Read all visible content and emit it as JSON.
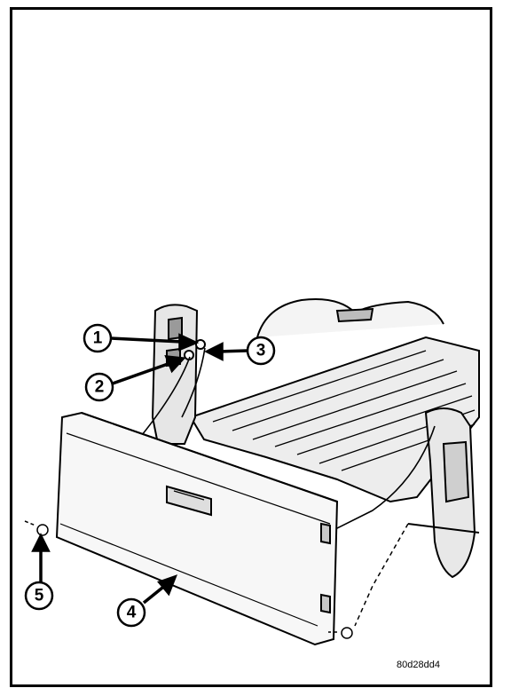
{
  "callouts": [
    {
      "id": "1",
      "label": "1"
    },
    {
      "id": "2",
      "label": "2"
    },
    {
      "id": "3",
      "label": "3"
    },
    {
      "id": "4",
      "label": "4"
    },
    {
      "id": "5",
      "label": "5"
    }
  ],
  "figure_code": "80d28dd4",
  "colors": {
    "ink": "#000000",
    "paper": "#ffffff",
    "shade": "#d9d9d9"
  }
}
